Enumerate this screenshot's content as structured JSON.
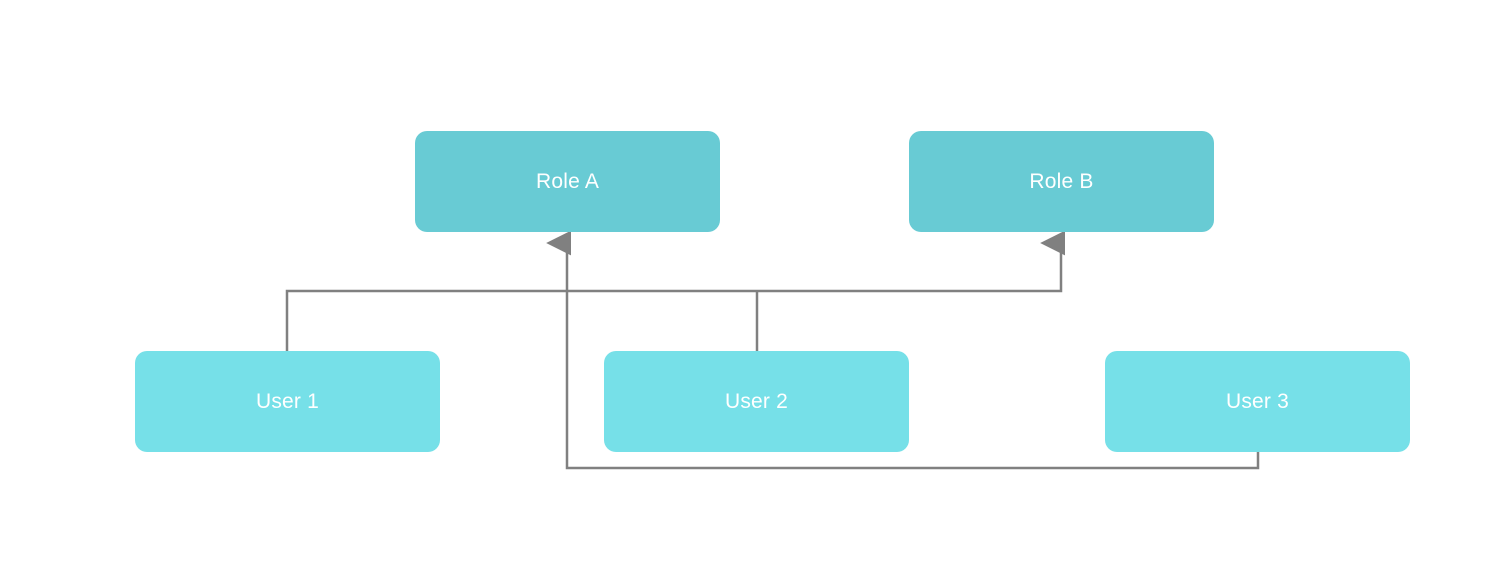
{
  "diagram": {
    "type": "role-assignment-graph",
    "background_color": "#ffffff",
    "connector_color": "#808080",
    "role_fill_color": "#68cbd4",
    "user_fill_color": "#76e0e8",
    "label_color": "#ffffff",
    "roles": [
      {
        "id": "role-a",
        "label": "Role A"
      },
      {
        "id": "role-b",
        "label": "Role B"
      }
    ],
    "users": [
      {
        "id": "user-1",
        "label": "User 1"
      },
      {
        "id": "user-2",
        "label": "User 2"
      },
      {
        "id": "user-3",
        "label": "User 3"
      }
    ],
    "edges": [
      {
        "from": "user-1",
        "to": "role-b"
      },
      {
        "from": "user-2",
        "to": "role-b"
      },
      {
        "from": "user-3",
        "to": "role-a"
      }
    ]
  }
}
